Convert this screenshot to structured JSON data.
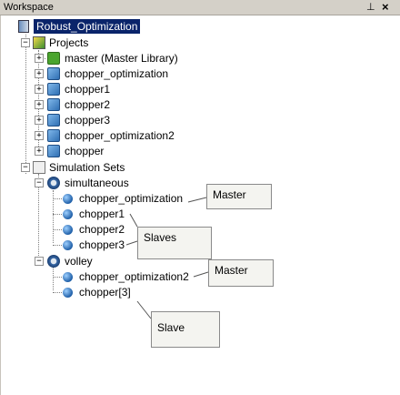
{
  "panel": {
    "title": "Workspace",
    "pin_icon": "pin-icon",
    "close_icon": "close-icon"
  },
  "tree": {
    "root": "Robust_Optimization",
    "projects": "Projects",
    "project_items": [
      "master (Master Library)",
      "chopper_optimization",
      "chopper1",
      "chopper2",
      "chopper3",
      "chopper_optimization2",
      "chopper"
    ],
    "simulation_sets": "Simulation Sets",
    "set1": {
      "name": "simultaneous",
      "items": [
        "chopper_optimization",
        "chopper1",
        "chopper2",
        "chopper3"
      ]
    },
    "set2": {
      "name": "volley",
      "items": [
        "chopper_optimization2",
        "chopper[3]"
      ]
    }
  },
  "callouts": {
    "master1": "Master",
    "slaves": "Slaves",
    "master2": "Master",
    "slave": "Slave"
  }
}
